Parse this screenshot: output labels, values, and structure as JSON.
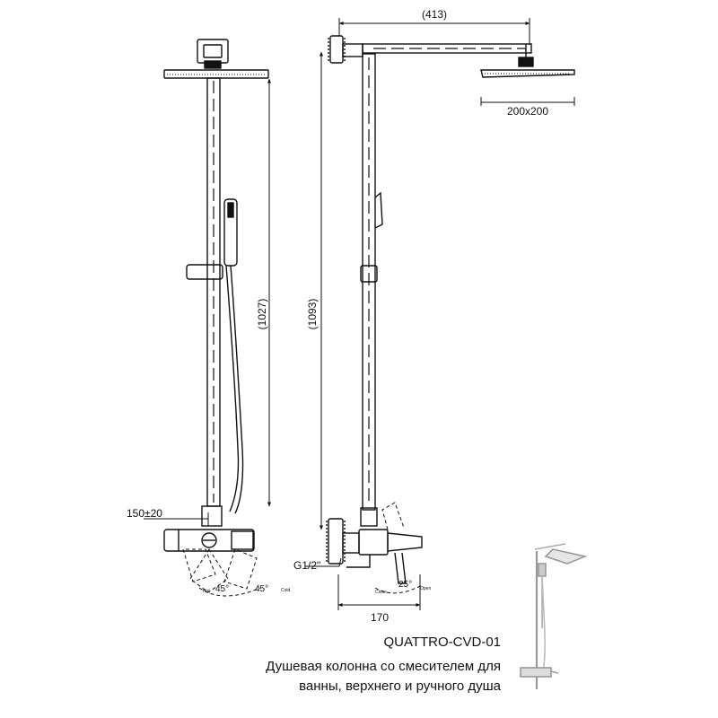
{
  "dimensions": {
    "top_arm": "(413)",
    "head_size": "200x200",
    "front_height": "(1027)",
    "side_height": "(1093)",
    "spacing": "150±20",
    "thread": "G1/2\"",
    "spout_depth": "170"
  },
  "angles": {
    "left": "45°",
    "right": "45°",
    "spout": "25°"
  },
  "handle_labels": {
    "hot": "Hot",
    "cold": "Cold",
    "close": "Close",
    "open": "Open"
  },
  "caption": {
    "model": "QUATTRO-CVD-01",
    "line1": "Душевая колонна со смесителем для",
    "line2": "ванны, верхнего и ручного душа"
  }
}
